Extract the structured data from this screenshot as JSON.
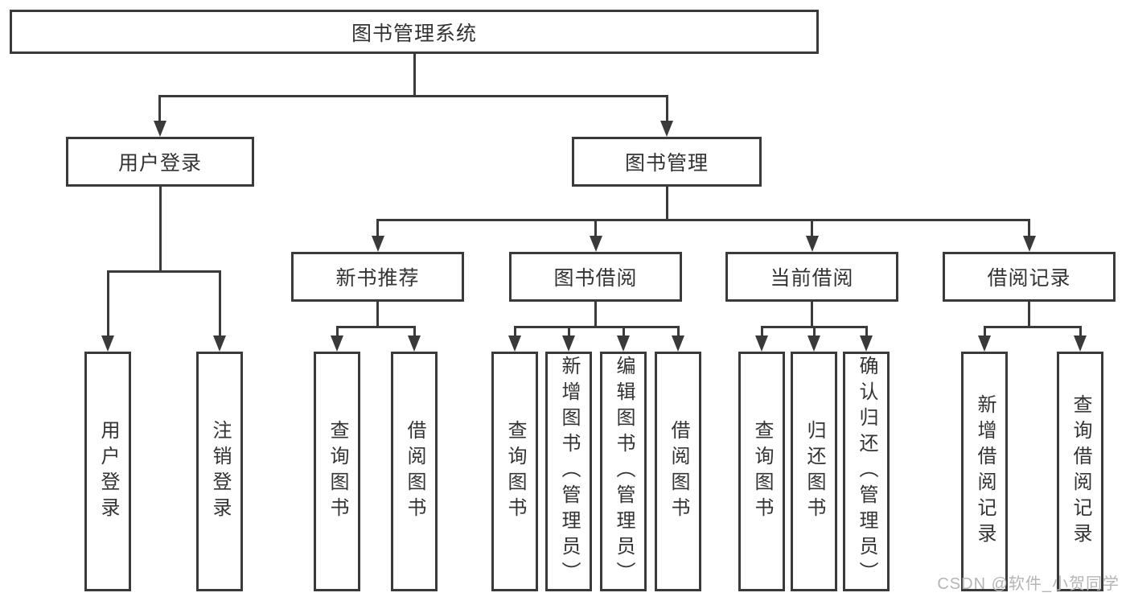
{
  "tree": {
    "root": "图书管理系统",
    "children": [
      {
        "label": "用户登录",
        "children": [
          "用户登录",
          "注销登录"
        ]
      },
      {
        "label": "图书管理",
        "children": [
          {
            "label": "新书推荐",
            "children": [
              "查询图书",
              "借阅图书"
            ]
          },
          {
            "label": "图书借阅",
            "children": [
              "查询图书",
              "新增图书（管理员）",
              "编辑图书（管理员）",
              "借阅图书"
            ]
          },
          {
            "label": "当前借阅",
            "children": [
              "查询图书",
              "归还图书",
              "确认归还（管理员）"
            ]
          },
          {
            "label": "借阅记录",
            "children": [
              "新增借阅记录",
              "查询借阅记录"
            ]
          }
        ]
      }
    ]
  },
  "watermark": {
    "text": "CSDN @软件_小贺同学"
  },
  "colors": {
    "line": "#3a3a3a",
    "box_border": "#3a3a3a",
    "box_fill": "#ffffff",
    "text": "#333333",
    "watermark": "#b5b5b5",
    "background": "#ffffff"
  }
}
